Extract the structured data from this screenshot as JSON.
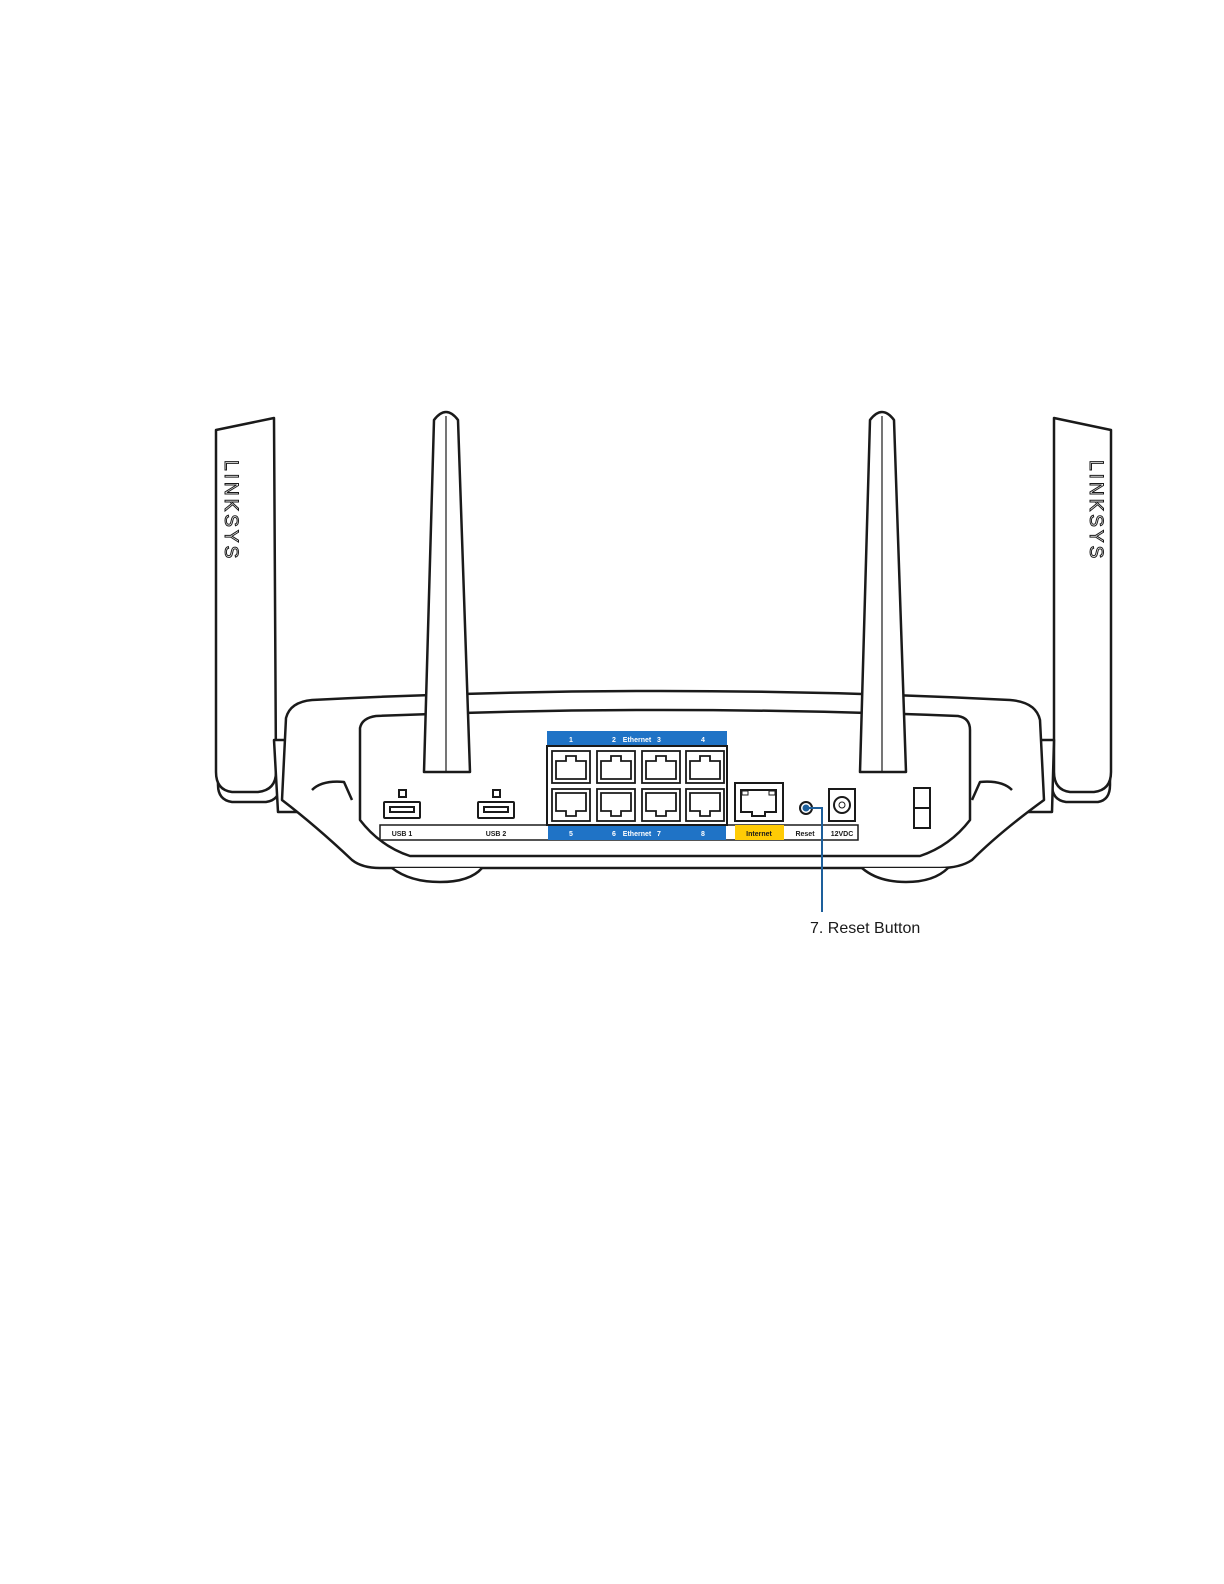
{
  "brand": {
    "logo_text": "LINKSYS"
  },
  "colors": {
    "ethernet_label_bg": "#1f73c6",
    "internet_label_bg": "#ffcb05",
    "callout_line": "#1d5f9b",
    "outline": "#1a1a1a",
    "antenna_fill": "#ffffff"
  },
  "ports": {
    "usb1_label": "USB 1",
    "usb2_label": "USB 2",
    "ethernet_top": {
      "port1": "1",
      "port2": "2",
      "group_label": "Ethernet",
      "port3": "3",
      "port4": "4"
    },
    "ethernet_bottom": {
      "port5": "5",
      "port6": "6",
      "group_label": "Ethernet",
      "port7": "7",
      "port8": "8"
    },
    "internet_label": "Internet",
    "reset_label": "Reset",
    "power_label": "12VDC"
  },
  "callout": {
    "text": "7. Reset Button"
  }
}
